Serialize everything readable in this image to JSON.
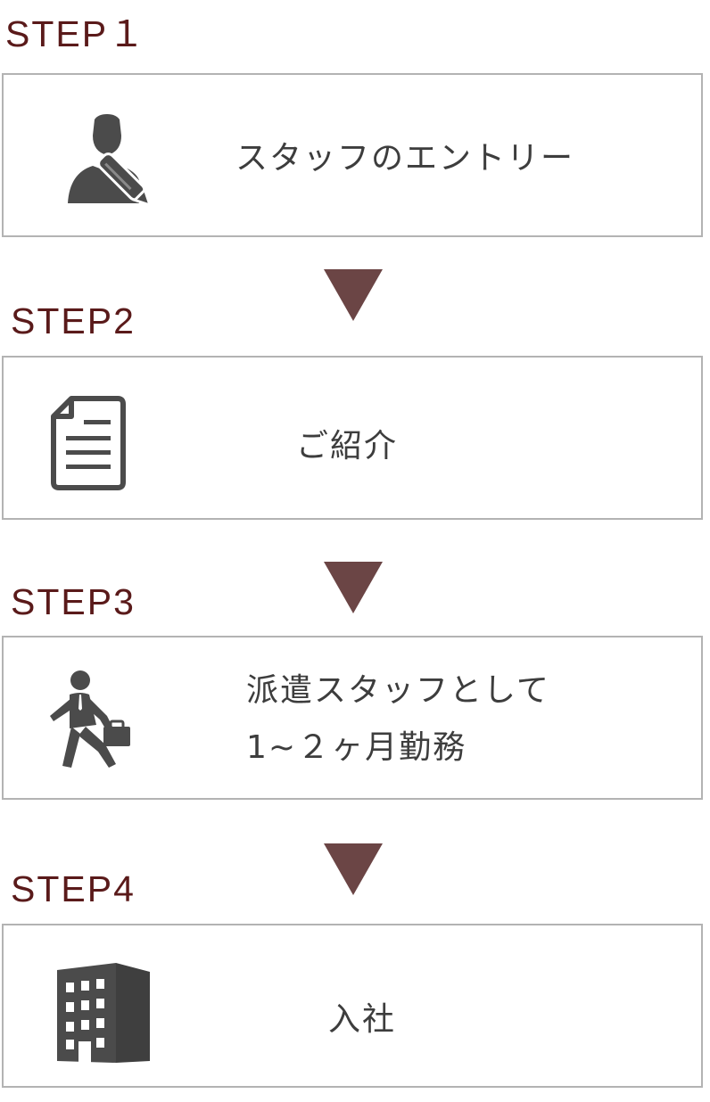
{
  "colors": {
    "label": "#5a1a1a",
    "icon": "#4b4b4b",
    "arrow": "#6b4545",
    "box_border": "#b3b3b3",
    "text": "#3d3d3d"
  },
  "steps": [
    {
      "label": "STEP１",
      "text": "スタッフのエントリー",
      "icon": "user-edit-icon"
    },
    {
      "label": "STEP2",
      "text": "ご紹介",
      "icon": "document-icon"
    },
    {
      "label": "STEP3",
      "text_line1": "派遣スタッフとして",
      "text_line2": "1~２ヶ月勤務",
      "icon": "businessman-walking-icon"
    },
    {
      "label": "STEP4",
      "text": "入社",
      "icon": "office-building-icon"
    }
  ]
}
